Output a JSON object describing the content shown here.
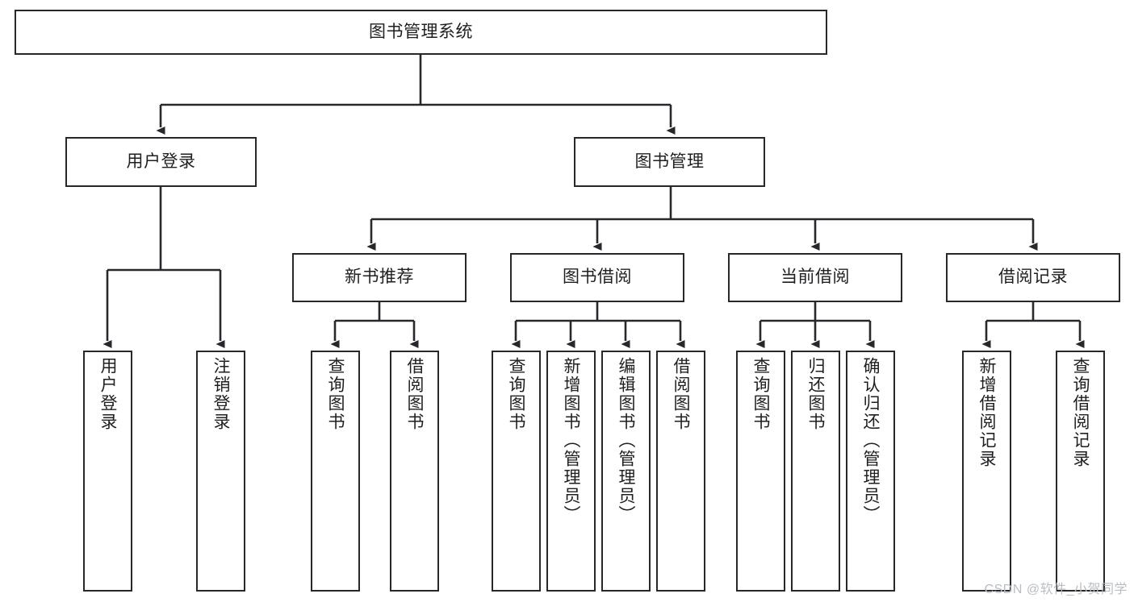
{
  "diagram": {
    "type": "tree",
    "title": "图书管理系统",
    "root": {
      "label": "图书管理系统"
    },
    "level1": [
      {
        "label": "用户登录"
      },
      {
        "label": "图书管理"
      }
    ],
    "level2": [
      {
        "label": "新书推荐"
      },
      {
        "label": "图书借阅"
      },
      {
        "label": "当前借阅"
      },
      {
        "label": "借阅记录"
      }
    ],
    "leaves": {
      "user_login": [
        {
          "label": "用户登录"
        },
        {
          "label": "注销登录"
        }
      ],
      "new_book_recommend": [
        {
          "label": "查询图书"
        },
        {
          "label": "借阅图书"
        }
      ],
      "book_borrow": [
        {
          "label": "查询图书"
        },
        {
          "label": "新增图书（管理员）"
        },
        {
          "label": "编辑图书（管理员）"
        },
        {
          "label": "借阅图书"
        }
      ],
      "current_borrow": [
        {
          "label": "查询图书"
        },
        {
          "label": "归还图书"
        },
        {
          "label": "确认归还（管理员）"
        }
      ],
      "borrow_record": [
        {
          "label": "新增借阅记录"
        },
        {
          "label": "查询借阅记录"
        }
      ]
    }
  },
  "watermark": {
    "text": "CSDN @软件_小贺同学"
  },
  "colors": {
    "stroke": "#26282b",
    "text": "#1d1f21",
    "background": "#ffffff",
    "watermark": "#b9bdc2"
  }
}
